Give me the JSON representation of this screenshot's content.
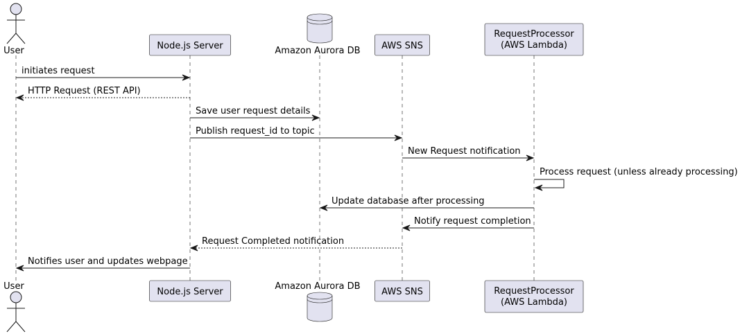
{
  "participants": [
    {
      "id": "user",
      "label": "User",
      "kind": "actor"
    },
    {
      "id": "node",
      "label": "Node.js Server",
      "kind": "participant"
    },
    {
      "id": "aurora",
      "label": "Amazon Aurora DB",
      "kind": "database"
    },
    {
      "id": "sns",
      "label": "AWS SNS",
      "kind": "participant"
    },
    {
      "id": "lambda",
      "label": "RequestProcessor\n(AWS Lambda)",
      "kind": "participant"
    }
  ],
  "messages": [
    {
      "from": "user",
      "to": "node",
      "label": "initiates request",
      "style": "solid"
    },
    {
      "from": "node",
      "to": "user",
      "label": "HTTP Request (REST API)",
      "style": "dashed"
    },
    {
      "from": "node",
      "to": "aurora",
      "label": "Save user request details",
      "style": "solid"
    },
    {
      "from": "node",
      "to": "sns",
      "label": "Publish request_id to topic",
      "style": "solid"
    },
    {
      "from": "sns",
      "to": "lambda",
      "label": "New Request notification",
      "style": "solid"
    },
    {
      "from": "lambda",
      "to": "lambda",
      "label": "Process request (unless already processing)",
      "style": "solid"
    },
    {
      "from": "lambda",
      "to": "aurora",
      "label": "Update database after processing",
      "style": "solid"
    },
    {
      "from": "lambda",
      "to": "sns",
      "label": "Notify request completion",
      "style": "solid"
    },
    {
      "from": "sns",
      "to": "node",
      "label": "Request Completed notification",
      "style": "dashed"
    },
    {
      "from": "node",
      "to": "user",
      "label": "Notifies user and updates webpage",
      "style": "solid"
    }
  ],
  "colors": {
    "participant_fill": "#E2E2F0",
    "line": "#181818"
  }
}
